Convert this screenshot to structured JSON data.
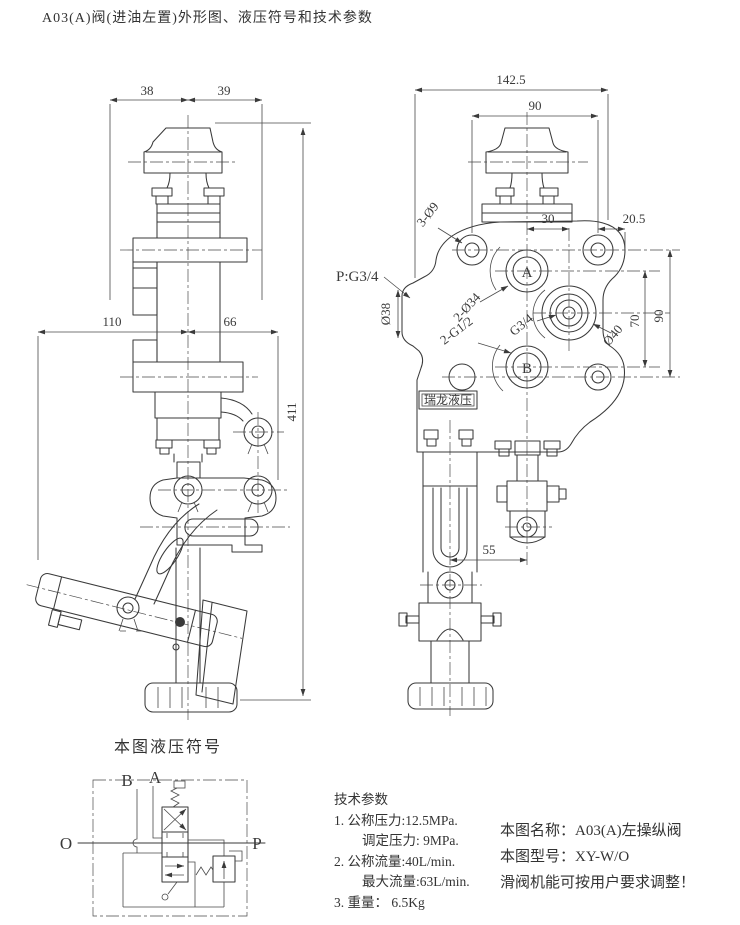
{
  "page": {
    "title": "A03(A)阀(进油左置)外形图、液压符号和技术参数"
  },
  "left_view": {
    "dim_top_left": "38",
    "dim_top_right": "39",
    "dim_handle_offset": "110",
    "dim_body_width": "66",
    "dim_height": "411"
  },
  "right_view": {
    "dim_overall_width": "142.5",
    "dim_hole_span": "90",
    "dim_port_offset": "30",
    "dim_edge_offset": "20.5",
    "dim_port_span": "70",
    "dim_hole_span_right": "90",
    "dim_lever_offset": "55",
    "label_mount_holes": "3-Ø9",
    "label_port_p": "P:G3/4",
    "label_dia_38": "Ø38",
    "label_ports_ab": "2-Ø34",
    "label_ports_g12": "2-G1/2",
    "label_thread_g34": "G3/4",
    "label_dia_40": "Ø40",
    "port_a": "A",
    "port_b": "B",
    "brand_badge": "瑞龙液压"
  },
  "symbol": {
    "heading": "本图液压符号",
    "port_b": "B",
    "port_a": "A",
    "port_o": "O",
    "port_p": "P"
  },
  "tech": {
    "heading": "技术参数",
    "line1": "1. 公称压力:12.5MPa.",
    "line2": "调定压力: 9MPa.",
    "line3": "2. 公称流量:40L/min.",
    "line4": "最大流量:63L/min.",
    "line5": "3. 重量： 6.5Kg"
  },
  "info": {
    "name_line": "本图名称：A03(A)左操纵阀",
    "model_line": "本图型号：XY-W/O",
    "note_line": "滑阀机能可按用户要求调整！"
  },
  "colors": {
    "line": "#3a3a3a",
    "text": "#333333",
    "background": "#ffffff"
  }
}
